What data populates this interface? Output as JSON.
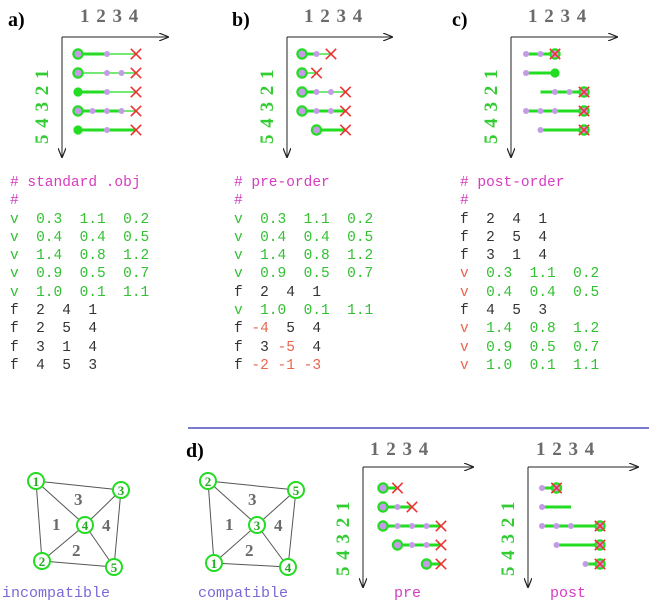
{
  "colors": {
    "comment": "#d63cc0",
    "vertex": "#33c033",
    "face": "#333333",
    "negative": "#e8664d",
    "edge_red": "#ee3333",
    "green": "#22dd22",
    "purple": "#c49be6",
    "axis": "#555555",
    "divider": "#2b2bb0",
    "caption_blue": "#7a69d6",
    "caption_pink": "#d63cc0"
  },
  "panels": {
    "a": {
      "label": "a)",
      "cols": "1 2 3 4",
      "rows": "5 4 3 2 1",
      "code": [
        {
          "text": "# standard .obj",
          "kind": "comment"
        },
        {
          "text": "#",
          "kind": "comment"
        },
        {
          "text": "v  0.3  1.1  0.2",
          "kind": "vertex"
        },
        {
          "text": "v  0.4  0.4  0.5",
          "kind": "vertex"
        },
        {
          "text": "v  1.4  0.8  1.2",
          "kind": "vertex"
        },
        {
          "text": "v  0.9  0.5  0.7",
          "kind": "vertex"
        },
        {
          "text": "v  1.0  0.1  1.1",
          "kind": "vertex"
        },
        {
          "text": "f  2  4  1",
          "kind": "face"
        },
        {
          "text": "f  2  5  4",
          "kind": "face"
        },
        {
          "text": "f  3  1  4",
          "kind": "face"
        },
        {
          "text": "f  4  5  3",
          "kind": "face"
        }
      ]
    },
    "b": {
      "label": "b)",
      "cols": "1 2 3 4",
      "rows": "5 4 3 2 1",
      "code": [
        {
          "text": "# pre-order",
          "kind": "comment"
        },
        {
          "text": "#",
          "kind": "comment"
        },
        {
          "text": "v  0.3  1.1  0.2",
          "kind": "vertex"
        },
        {
          "text": "v  0.4  0.4  0.5",
          "kind": "vertex"
        },
        {
          "text": "v  1.4  0.8  1.2",
          "kind": "vertex"
        },
        {
          "text": "v  0.9  0.5  0.7",
          "kind": "vertex"
        },
        {
          "text": "f  2  4  1",
          "kind": "face"
        },
        {
          "text": "v  1.0  0.1  1.1",
          "kind": "vertex"
        },
        {
          "text": "f -4  5  4",
          "kind": "face",
          "neg": "-4"
        },
        {
          "text": "f  3 -5  4",
          "kind": "face",
          "neg": "-5"
        },
        {
          "text": "f -2 -1 -3",
          "kind": "face",
          "neg": "-2 -1 -3"
        }
      ]
    },
    "c": {
      "label": "c)",
      "cols": "1 2 3 4",
      "rows": "5 4 3 2 1",
      "code": [
        {
          "text": "# post-order",
          "kind": "comment"
        },
        {
          "text": "#",
          "kind": "comment"
        },
        {
          "text": "f  2  4  1",
          "kind": "face"
        },
        {
          "text": "f  2  5  4",
          "kind": "face"
        },
        {
          "text": "f  3  1  4",
          "kind": "face"
        },
        {
          "text": "v  0.3  1.1  0.2",
          "kind": "vertex_red_v"
        },
        {
          "text": "v  0.4  0.4  0.5",
          "kind": "vertex_red_v"
        },
        {
          "text": "f  4  5  3",
          "kind": "face"
        },
        {
          "text": "v  1.4  0.8  1.2",
          "kind": "vertex_red_v"
        },
        {
          "text": "v  0.9  0.5  0.7",
          "kind": "vertex_red_v"
        },
        {
          "text": "v  1.0  0.1  1.1",
          "kind": "vertex_red_v"
        }
      ]
    },
    "d": {
      "label": "d)",
      "cols": "1 2 3 4",
      "rows": "5 4 3 2 1",
      "pre_caption": "pre",
      "post_caption": "post"
    }
  },
  "meshes": {
    "incompatible": {
      "caption": "incompatible",
      "vertex_labels": [
        "1",
        "3",
        "4",
        "2",
        "5"
      ],
      "face_labels": [
        "3",
        "1",
        "4",
        "2"
      ]
    },
    "compatible": {
      "caption": "compatible",
      "vertex_labels": [
        "2",
        "5",
        "3",
        "1",
        "4"
      ],
      "face_labels": [
        "3",
        "1",
        "4",
        "2"
      ]
    }
  }
}
